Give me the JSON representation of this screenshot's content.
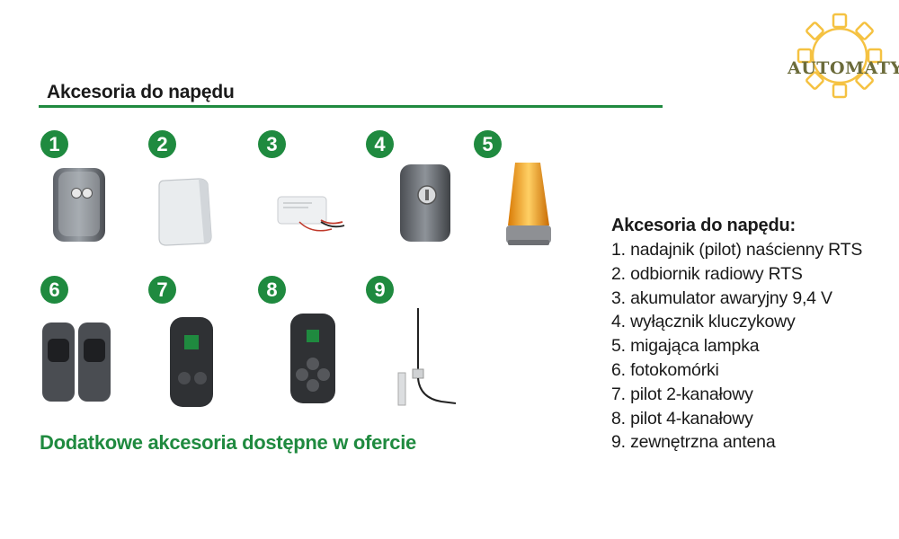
{
  "logo": {
    "text": "AUTOMATYKA",
    "gear_color": "#f5c242",
    "text_color": "#6b6b3a"
  },
  "section": {
    "title": "Akcesoria do napędu",
    "accent_color": "#1f8a3f"
  },
  "items": [
    {
      "number": "1",
      "icon": "wall-transmitter-icon"
    },
    {
      "number": "2",
      "icon": "radio-receiver-icon"
    },
    {
      "number": "3",
      "icon": "battery-pack-icon"
    },
    {
      "number": "4",
      "icon": "key-switch-icon"
    },
    {
      "number": "5",
      "icon": "flashing-lamp-icon"
    },
    {
      "number": "6",
      "icon": "photocells-icon"
    },
    {
      "number": "7",
      "icon": "remote-2-channel-icon"
    },
    {
      "number": "8",
      "icon": "remote-4-channel-icon"
    },
    {
      "number": "9",
      "icon": "external-antenna-icon"
    }
  ],
  "bottom_note": "Dodatkowe akcesoria dostępne w ofercie",
  "legend": {
    "title": "Akcesoria do napędu:",
    "items": [
      "1. nadajnik (pilot) naścienny RTS",
      "2. odbiornik radiowy RTS",
      "3. akumulator awaryjny 9,4 V",
      "4. wyłącznik kluczykowy",
      "5. migająca lampka",
      "6. fotokomórki",
      "7. pilot 2-kanałowy",
      "8. pilot 4-kanałowy",
      "9. zewnętrzna antena"
    ]
  }
}
